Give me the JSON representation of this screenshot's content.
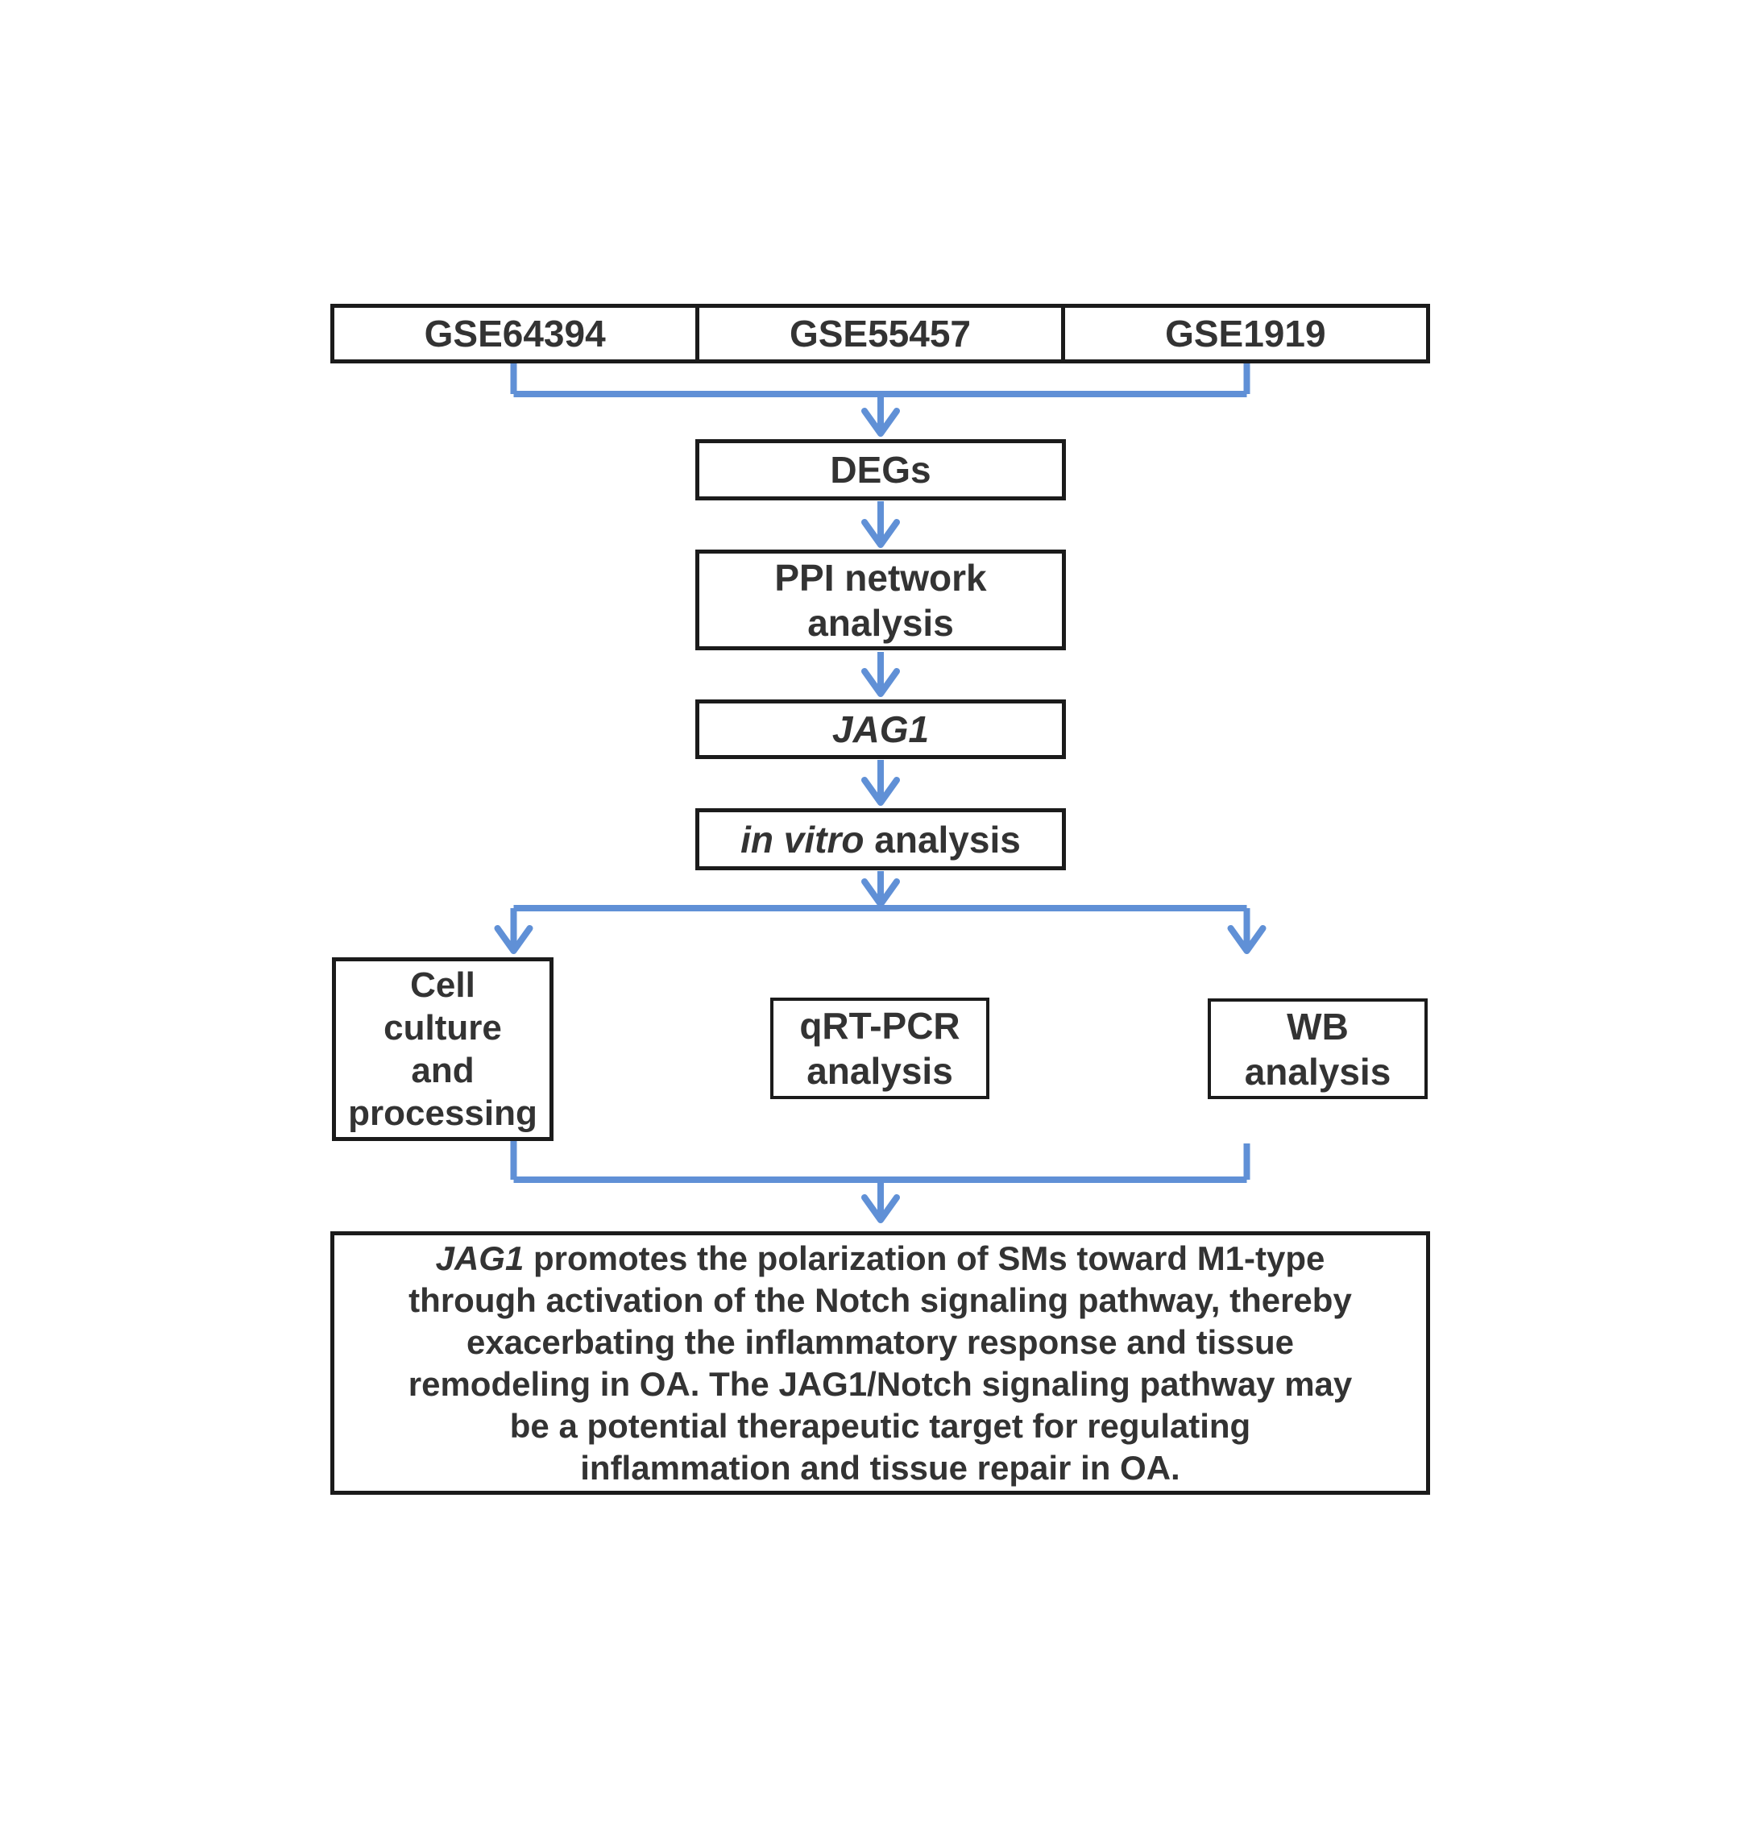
{
  "diagram": {
    "colors": {
      "arrow": "#6090D6",
      "border": "#1b1b1b",
      "text": "#333333"
    },
    "datasets": [
      "GSE64394",
      "GSE55457",
      "GSE1919"
    ],
    "nodes": {
      "degs": "DEGs",
      "ppi": [
        "PPI network",
        "analysis"
      ],
      "jag1": "JAG1",
      "invitro_italic": "in vitro",
      "invitro_rest": " analysis",
      "cell_culture": [
        "Cell",
        "culture",
        "and",
        "processing"
      ],
      "qrtpcr": [
        "qRT-PCR",
        "analysis"
      ],
      "wb": [
        "WB",
        "analysis"
      ]
    },
    "conclusion": {
      "lead_italic": "JAG1",
      "line1_rest": " promotes the polarization of SMs toward M1-type",
      "line2": "through activation of the Notch signaling pathway, thereby",
      "line3": "exacerbating the inflammatory response and tissue",
      "line4": "remodeling in OA. The JAG1/Notch signaling pathway may",
      "line5": "be a potential therapeutic target for regulating",
      "line6": "inflammation and tissue repair in OA."
    }
  }
}
